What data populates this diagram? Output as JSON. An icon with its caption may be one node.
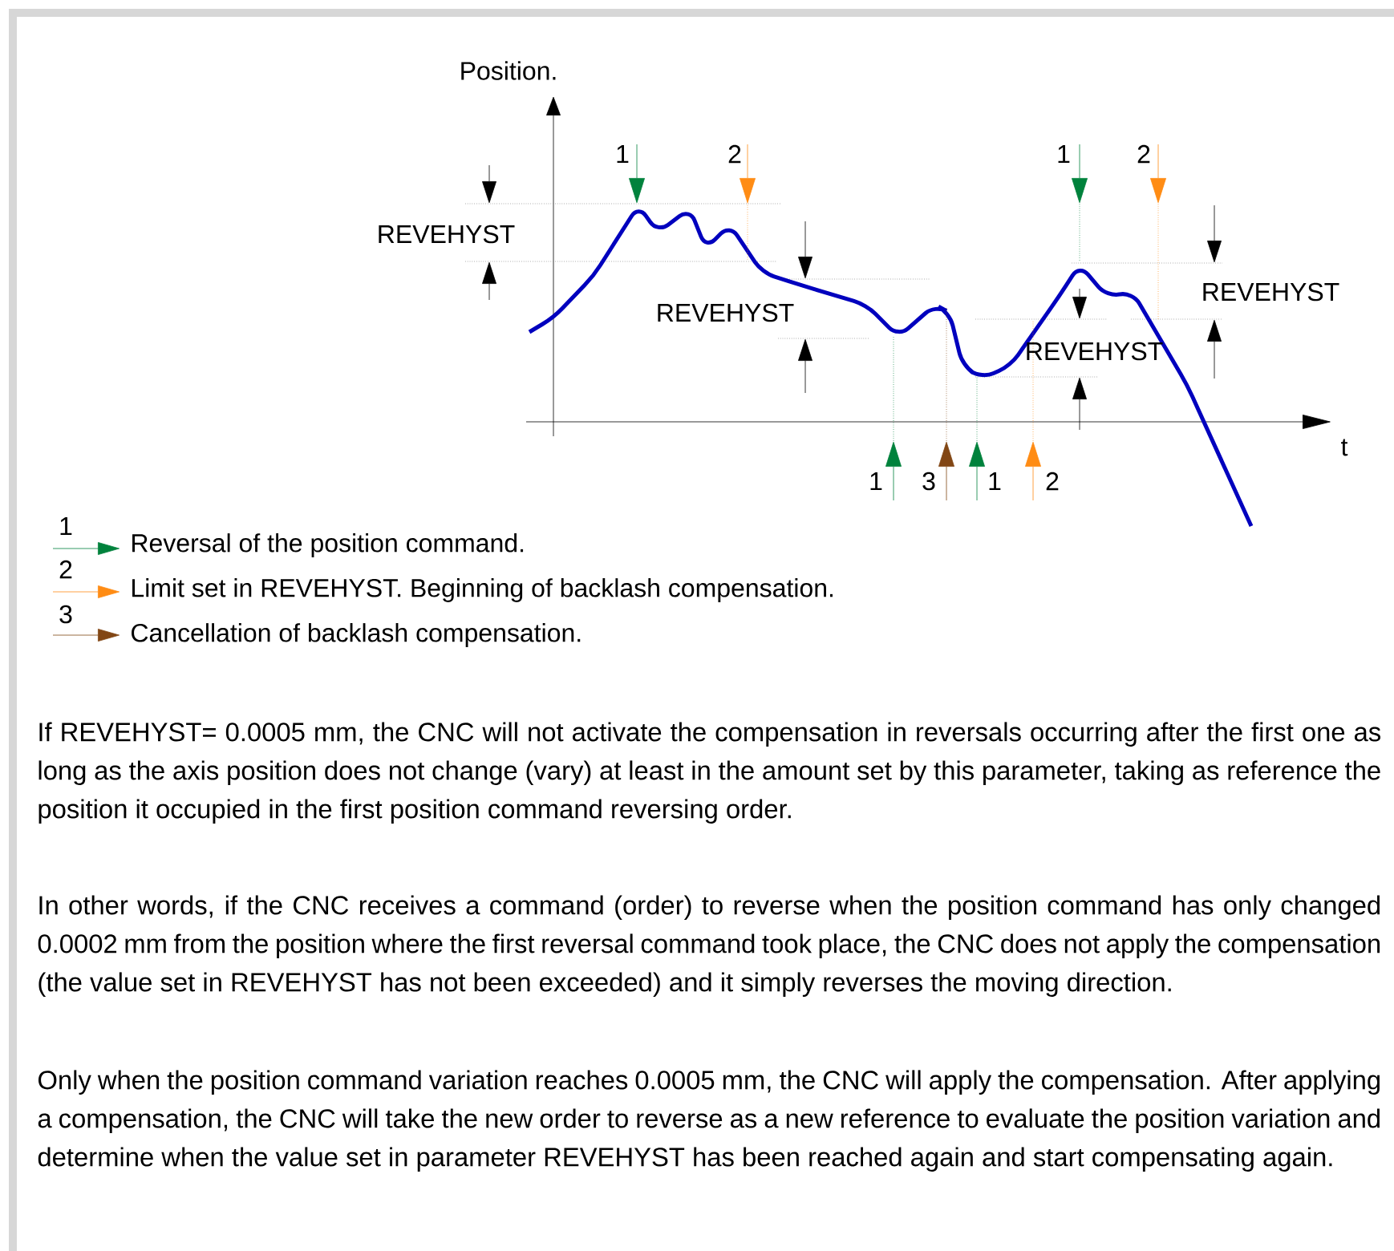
{
  "diagram": {
    "labels": [
      "Position.",
      "1",
      "2",
      "1",
      "2",
      "REVEHYST",
      "REVEHYST",
      "REVEHYST",
      "REVEHYST",
      "t",
      "1",
      "3",
      "1",
      "2",
      "1",
      "2",
      "3",
      "If REVEHYST= 0.0005 mm, the CNC will not activate the compensation in reversals occurring after the first one as long as the axis position does not change (vary) at least in the amount set by this parameter, taking as reference the position it occupied in the first position command reversing order.",
      "In other words, if the CNC receives a command (order) to reverse when the position command has only changed 0.0002 mm from the position where the first reversal command took place, the CNC does not apply the compensation (the value set in REVEHYST has not been exceeded) and it simply reverses the moving direction.",
      "Only when the position command variation reaches 0.0005 mm, the CNC will apply the compensation. After applying a compensation, the CNC will take the new order to reverse as a new reference to evaluate the position variation and determine when the value set in parameter REVEHYST has been reached again and start compensating again."
    ],
    "legend": [
      {
        "text": "Reversal of the position command."
      },
      {
        "text": "Limit set in REVEHYST. Beginning of backlash compensation."
      },
      {
        "text": "Cancellation of backlash compensation."
      }
    ]
  }
}
